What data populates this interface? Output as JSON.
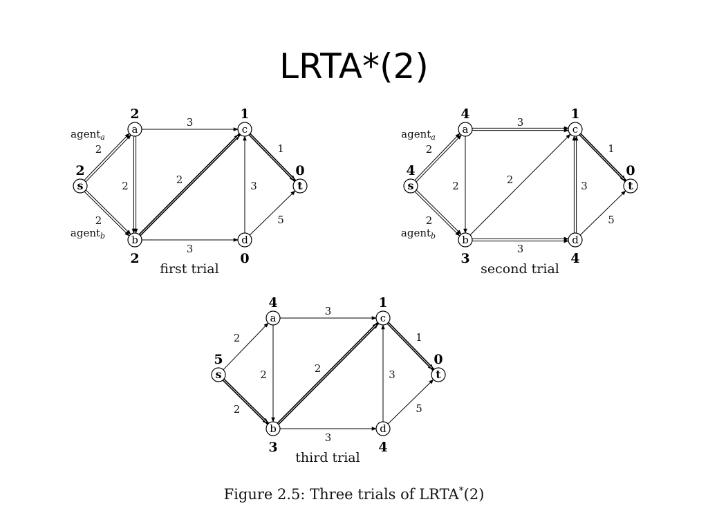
{
  "title": "LRTA*(2)",
  "caption": {
    "prefix": "Figure 2.5: Three trials of LRTA",
    "star": "*",
    "suffix": "(2)"
  },
  "agent_labels": {
    "a_base": "agent",
    "a_sub": "a",
    "b_base": "agent",
    "b_sub": "b"
  },
  "trials": [
    {
      "label": "first trial",
      "heuristics": {
        "s": "2",
        "a": "2",
        "b": "2",
        "c": "1",
        "d": "0",
        "t": "0"
      },
      "edges": [
        {
          "from": "s",
          "to": "a",
          "weight": "2",
          "style": "double"
        },
        {
          "from": "s",
          "to": "b",
          "weight": "2",
          "style": "double"
        },
        {
          "from": "a",
          "to": "c",
          "weight": "3",
          "style": "single"
        },
        {
          "from": "a",
          "to": "b",
          "weight": "2",
          "style": "double"
        },
        {
          "from": "b",
          "to": "c",
          "weight": "2",
          "style": "thick"
        },
        {
          "from": "b",
          "to": "d",
          "weight": "3",
          "style": "single"
        },
        {
          "from": "d",
          "to": "c",
          "weight": "3",
          "style": "single"
        },
        {
          "from": "c",
          "to": "t",
          "weight": "1",
          "style": "thick"
        },
        {
          "from": "d",
          "to": "t",
          "weight": "5",
          "style": "single"
        }
      ]
    },
    {
      "label": "second trial",
      "heuristics": {
        "s": "4",
        "a": "4",
        "b": "3",
        "c": "1",
        "d": "4",
        "t": "0"
      },
      "edges": [
        {
          "from": "s",
          "to": "a",
          "weight": "2",
          "style": "double"
        },
        {
          "from": "s",
          "to": "b",
          "weight": "2",
          "style": "double"
        },
        {
          "from": "a",
          "to": "c",
          "weight": "3",
          "style": "double"
        },
        {
          "from": "a",
          "to": "b",
          "weight": "2",
          "style": "single"
        },
        {
          "from": "b",
          "to": "c",
          "weight": "2",
          "style": "single"
        },
        {
          "from": "b",
          "to": "d",
          "weight": "3",
          "style": "double"
        },
        {
          "from": "d",
          "to": "c",
          "weight": "3",
          "style": "double"
        },
        {
          "from": "c",
          "to": "t",
          "weight": "1",
          "style": "thick"
        },
        {
          "from": "d",
          "to": "t",
          "weight": "5",
          "style": "single"
        }
      ]
    },
    {
      "label": "third trial",
      "heuristics": {
        "s": "5",
        "a": "4",
        "b": "3",
        "c": "1",
        "d": "4",
        "t": "0"
      },
      "edges": [
        {
          "from": "s",
          "to": "a",
          "weight": "2",
          "style": "single"
        },
        {
          "from": "s",
          "to": "b",
          "weight": "2",
          "style": "thick"
        },
        {
          "from": "a",
          "to": "c",
          "weight": "3",
          "style": "single"
        },
        {
          "from": "a",
          "to": "b",
          "weight": "2",
          "style": "single"
        },
        {
          "from": "b",
          "to": "c",
          "weight": "2",
          "style": "thick"
        },
        {
          "from": "b",
          "to": "d",
          "weight": "3",
          "style": "single"
        },
        {
          "from": "d",
          "to": "c",
          "weight": "3",
          "style": "single"
        },
        {
          "from": "c",
          "to": "t",
          "weight": "1",
          "style": "thick"
        },
        {
          "from": "d",
          "to": "t",
          "weight": "5",
          "style": "single"
        }
      ]
    }
  ]
}
